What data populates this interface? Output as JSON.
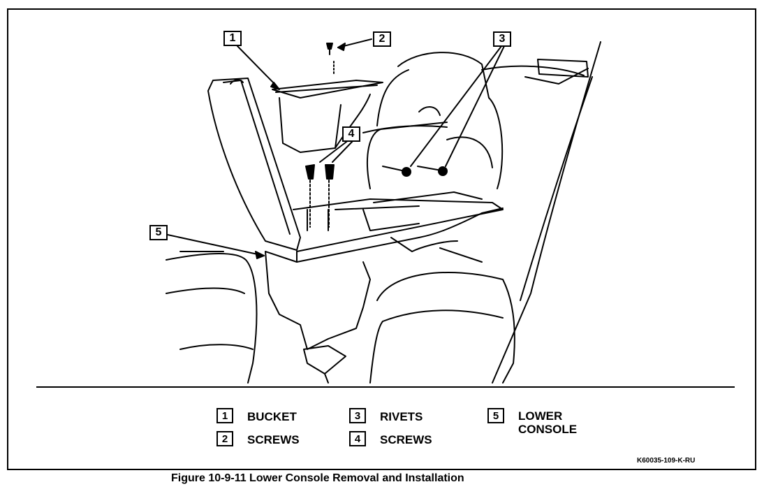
{
  "figure": {
    "caption": "Figure 10-9-11 Lower Console Removal and Installation",
    "code": "K60035-109-K-RU"
  },
  "callouts": [
    "1",
    "2",
    "3",
    "4",
    "5"
  ],
  "legend": [
    {
      "num": "1",
      "label": "BUCKET"
    },
    {
      "num": "2",
      "label": "SCREWS"
    },
    {
      "num": "3",
      "label": "RIVETS"
    },
    {
      "num": "4",
      "label": "SCREWS"
    },
    {
      "num": "5",
      "label": "LOWER\nCONSOLE"
    }
  ]
}
